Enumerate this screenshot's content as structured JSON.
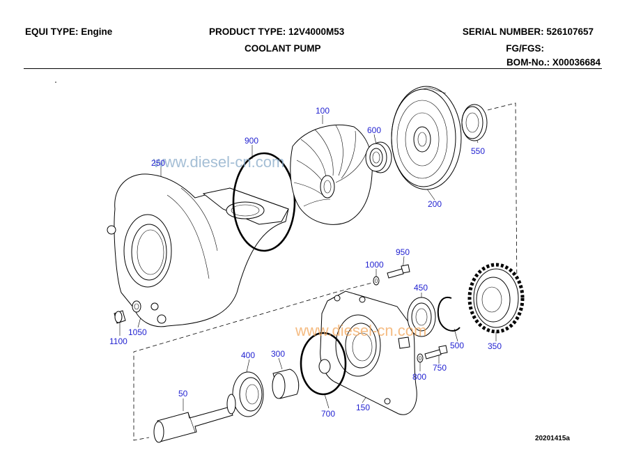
{
  "header": {
    "equi_type": "EQUI TYPE:  Engine",
    "product_type": "PRODUCT TYPE:  12V4000M53",
    "title": "COOLANT PUMP",
    "serial_number": "SERIAL NUMBER:  526107657",
    "fg_fgs": "FG/FGS:",
    "bom_no": "BOM-No.:   X00036684"
  },
  "watermarks": [
    "www.diesel-cn.com",
    "www.diesel-cn.com"
  ],
  "callouts": {
    "p100": "100",
    "p900": "900",
    "p600": "600",
    "p550": "550",
    "p250": "250",
    "p200": "200",
    "p950": "950",
    "p1000": "1000",
    "p450": "450",
    "p1100": "1100",
    "p1050": "1050",
    "p500": "500",
    "p350": "350",
    "p400": "400",
    "p300": "300",
    "p750": "750",
    "p800": "800",
    "p50": "50",
    "p700": "700",
    "p150": "150"
  },
  "document_number": "20201415a"
}
